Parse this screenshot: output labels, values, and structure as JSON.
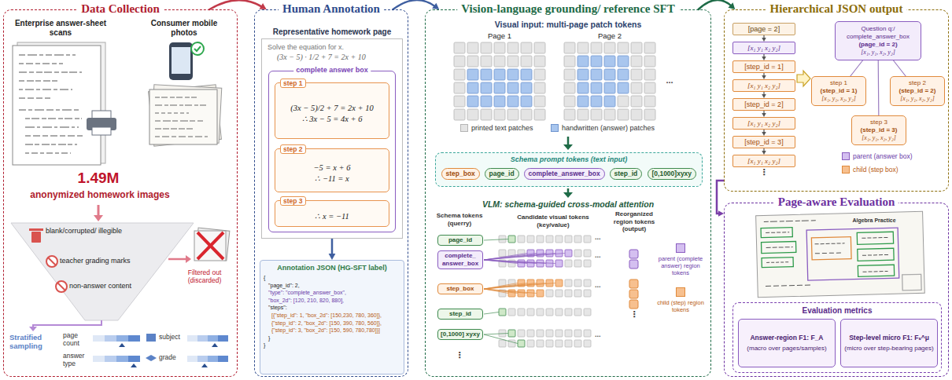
{
  "diagram": {
    "nodes": [
      {
        "text": [
          "Data Collection"
        ]
      },
      {
        "text": [
          "Human Annotation"
        ]
      },
      {
        "text": [
          "Representative homework page",
          "Solve the equation for x.",
          "(3x − 5) · 1/2 + 7 = 2x + 10"
        ],
        "in": 1
      },
      {
        "text": [
          "complete answer box"
        ],
        "in": 2
      },
      {
        "text": [
          "step 1",
          "(3x − 5)/2 + 7 = 2x + 10",
          "∴ 3x − 5 = 4x + 6"
        ],
        "in": 3
      },
      {
        "text": [
          "step 2",
          "−5 = x + 6",
          "∴ −11 = x"
        ],
        "in": 3
      },
      {
        "text": [
          "step 3",
          "∴ x = −11"
        ],
        "in": 3
      },
      {
        "text": [
          "Annotation JSON (HG-SFT label)",
          "{",
          "\"page_id\": 2,",
          "\"type\": \"complete_answer_box\",",
          "\"box_2d\": [120, 210, 820, 880],",
          "\"steps\":",
          "[{\"step_id\": 1, \"box_2d\": [150,230, 780, 360]},",
          "{\"step_id\": 2, \"box_2d\": [150, 390, 780, 560]},",
          "{\"step_id\": 3, \"box_2d\": [150, 590, 780,780]}]",
          "}",
          "}"
        ],
        "in": 1
      },
      {
        "text": [
          "Vision-language grounding/ reference SFT"
        ]
      },
      {
        "text": [
          "Schema prompt tokens (text input)"
        ],
        "in": 8
      },
      {
        "text": [
          "step_box"
        ],
        "in": 9
      },
      {
        "text": [
          "page_id"
        ],
        "in": 9
      },
      {
        "text": [
          "complete_answer_box"
        ],
        "in": 9
      },
      {
        "text": [
          "step_id"
        ],
        "in": 9
      },
      {
        "text": [
          "[0,1000]xyxy"
        ],
        "in": 9
      },
      {
        "text": [
          "page_id"
        ],
        "in": 8
      },
      {
        "text": [
          "complete_ answer_box"
        ],
        "in": 8
      },
      {
        "text": [
          "step_box"
        ],
        "in": 8
      },
      {
        "text": [
          "step_id"
        ],
        "in": 8
      },
      {
        "text": [
          "[0,1000] xyxy"
        ],
        "in": 8
      },
      {
        "text": [
          "Hierarchical JSON output"
        ]
      },
      {
        "text": [
          "[page = 2]"
        ],
        "in": 20
      },
      {
        "text": [
          "[x₁ y₁ x₂ y₂]"
        ],
        "in": 20
      },
      {
        "text": [
          "[step_id = 1]"
        ],
        "in": 20
      },
      {
        "text": [
          "[x₁ y₁ x₂ y₂]"
        ],
        "in": 20
      },
      {
        "text": [
          "[step_id = 2]"
        ],
        "in": 20
      },
      {
        "text": [
          "[x₁ y₁ x₂ y₂]"
        ],
        "in": 20
      },
      {
        "text": [
          "[step_id = 3]"
        ],
        "in": 20
      },
      {
        "text": [
          "[x₁ y₁ x₂ y₂]"
        ],
        "in": 20
      },
      {
        "text": [
          "Question q:/ complete_answer_box",
          "(page_id = 2)",
          "[x₁, y₁, x₂, y₂]"
        ],
        "in": 20
      },
      {
        "text": [
          "step 1",
          "(step_id = 1)",
          "[x₁, y₁, x₂, y₂]"
        ],
        "in": 20
      },
      {
        "text": [
          "step 2",
          "(step_id = 2)",
          "[x₁, y₁, x₂, y₂]"
        ],
        "in": 20
      },
      {
        "text": [
          "step 3",
          "(step_id = 3)",
          "[x₁, y₁, x₂, y₂]"
        ],
        "in": 20
      },
      {
        "text": [
          "Page-aware Evaluation"
        ]
      },
      {
        "text": [
          "Evaluation metrics"
        ],
        "in": 33
      },
      {
        "text": [
          "Answer-region F1: F_A",
          "(macro over pages/samples)"
        ],
        "in": 34
      },
      {
        "text": [
          "Step-level micro F1: Fₛ^μ",
          "(micro over step-bearing pages)"
        ],
        "in": 34
      }
    ],
    "edges": [
      {
        "from": 0,
        "to": 1,
        "arrow": "to"
      },
      {
        "from": 1,
        "to": 8,
        "arrow": "to"
      },
      {
        "from": 8,
        "to": 20,
        "arrow": "to"
      },
      {
        "from": 20,
        "to": 33,
        "arrow": "to"
      },
      {
        "from": 2,
        "to": 7,
        "arrow": "to"
      },
      {
        "from": 21,
        "to": 22,
        "arrow": "to"
      },
      {
        "from": 22,
        "to": 23,
        "arrow": "to"
      },
      {
        "from": 23,
        "to": 24,
        "arrow": "to"
      },
      {
        "from": 24,
        "to": 25,
        "arrow": "to"
      },
      {
        "from": 25,
        "to": 26,
        "arrow": "to"
      },
      {
        "from": 26,
        "to": 27,
        "arrow": "to"
      },
      {
        "from": 27,
        "to": 28,
        "arrow": "to"
      },
      {
        "from": 29,
        "to": 30,
        "arrow": "none"
      },
      {
        "from": 29,
        "to": 31,
        "arrow": "none"
      },
      {
        "from": 29,
        "to": 32,
        "arrow": "none"
      }
    ],
    "labels": [
      "Enterprise answer-sheet scans",
      "Consumer mobile photos",
      "1.49M",
      "anonymized homework images",
      "blank/corrupted/ illegible",
      "teacher grading marks",
      "non-answer content",
      "Filtered out (discarded)",
      "Stratified sampling",
      "page count",
      "subject",
      "answer type",
      "grade",
      "Visual input: multi-page patch tokens",
      "Page 1",
      "Page 2",
      "...",
      "VLM: schema-guided cross-modal attention",
      "Schema tokens (querry)",
      "Candidate visual tokens (key/value)",
      "Reorganized region tokens (output)",
      "⋮",
      "...",
      "...",
      "...",
      "...",
      "⋮",
      "⋮",
      "Algebra Practice"
    ],
    "legend": [
      {
        "text": "printed text patches",
        "color": "#e4e4e4"
      },
      {
        "text": "handwritten (answer) patches",
        "color": "#a9c6ee"
      },
      {
        "text": "parent (complete answer) region tokens",
        "color": "#d4bff0"
      },
      {
        "text": "child (step) region tokens",
        "color": "#f7c08f"
      },
      {
        "text": "parent (answer box)",
        "color": "#d4bff0"
      },
      {
        "text": "child (step box)",
        "color": "#f7c08f"
      }
    ]
  }
}
